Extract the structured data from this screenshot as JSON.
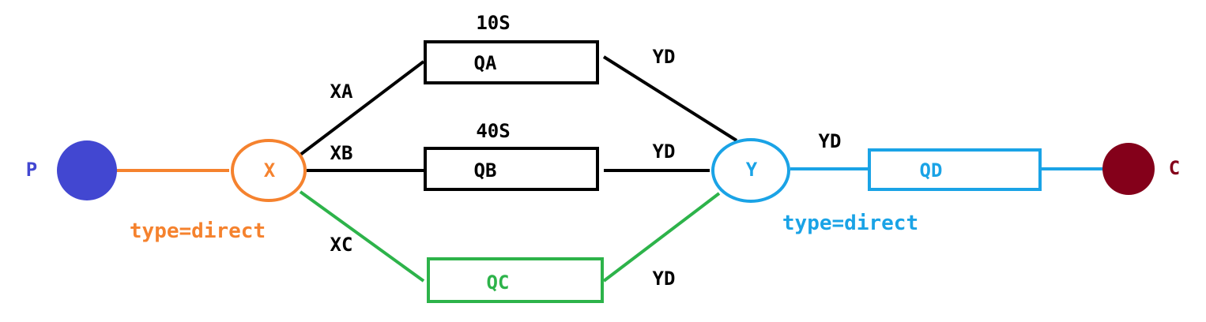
{
  "colors": {
    "producer": "#4247d1",
    "exchange_x": "#f5822e",
    "exchange_y": "#1aa3e6",
    "consumer": "#84001a",
    "queue_default": "#000000",
    "queue_c": "#2db34a",
    "text_default": "#000000"
  },
  "nodes": {
    "producer_label": "P",
    "consumer_label": "C",
    "exchange_x_label": "X",
    "exchange_y_label": "Y",
    "exchange_x_type": "type=direct",
    "exchange_y_type": "type=direct"
  },
  "queues": {
    "qa": {
      "label": "QA",
      "ttl": "10S"
    },
    "qb": {
      "label": "QB",
      "ttl": "40S"
    },
    "qc": {
      "label": "QC"
    },
    "qd": {
      "label": "QD"
    }
  },
  "routing_keys": {
    "xa": "XA",
    "xb": "XB",
    "xc": "XC",
    "yd_qa": "YD",
    "yd_qb": "YD",
    "yd_qc": "YD",
    "yd_qd": "YD"
  }
}
